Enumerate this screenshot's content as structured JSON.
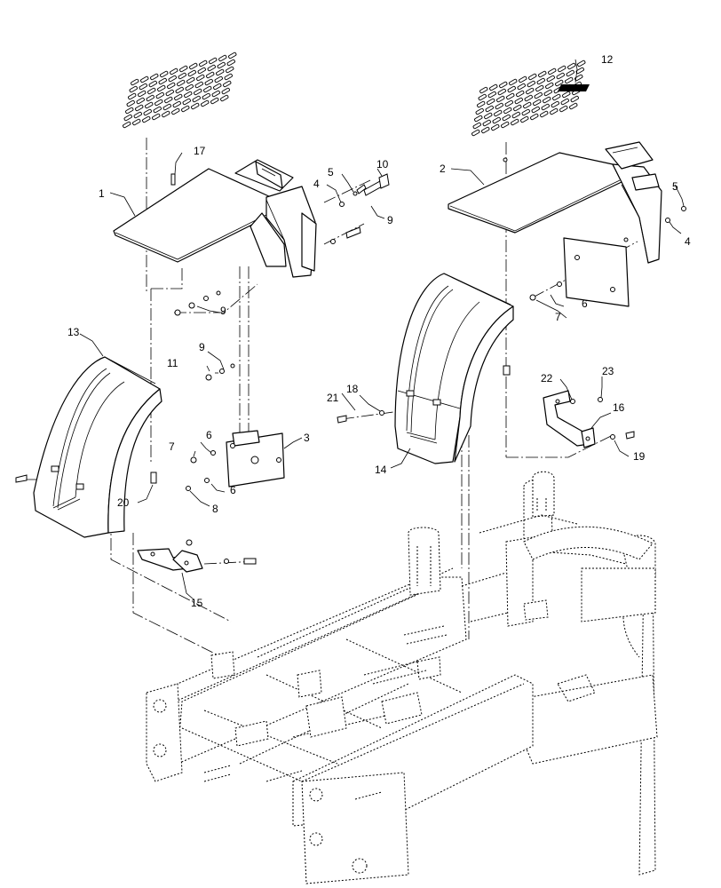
{
  "callouts": [
    "1",
    "2",
    "3",
    "4",
    "5",
    "6",
    "7",
    "8",
    "9",
    "10",
    "11",
    "12",
    "13",
    "14",
    "15",
    "16",
    "17",
    "18",
    "19",
    "20",
    "21",
    "22",
    "23"
  ],
  "colors": {
    "line": "#000000",
    "background": "#ffffff"
  }
}
